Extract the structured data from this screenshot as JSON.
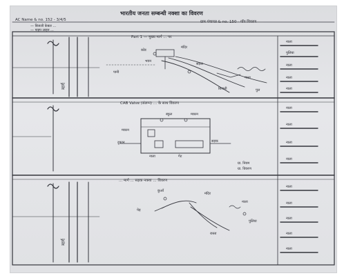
{
  "document": {
    "header_title": "भारतीय जनता सम्बन्धी नक्शा का विवरण",
    "header_left": "AC Name & no. 152 - 3/4/5",
    "header_left_notes": [
      "— बिजली केबल ...",
      "— पाइप लाइन ..."
    ],
    "header_right": "ग्राम पंचायत & no. 150 - गाँव विवरण",
    "section_titles": [
      "Part 1 — मुख्य मार्ग ... पर",
      "CAB Valve (संलग्न) ... के साथ विवरण",
      "... मार्ग ... सड़क नक्शा ... विवरण"
    ],
    "vertical_labels": [
      "मार्ग",
      "मार्ग"
    ],
    "right_column_labels": [
      "नाला",
      "पुलिया",
      "नाला",
      "नाला",
      "नाला",
      "नाला",
      "नाला",
      "नाला",
      "नाला",
      "नाला",
      "नाला",
      "नाला",
      "नाला",
      "नाला"
    ],
    "section1_annotations": [
      "कोड",
      "मंदिर",
      "भवन",
      "पानी",
      "सड़क",
      "नाला",
      "बिजली",
      "पुल"
    ],
    "section2_annotations": [
      "मकान",
      "दुकान",
      "स्कूल",
      "मकान",
      "सड़क",
      "नाला",
      "गेट"
    ],
    "section2_legend": [
      "ग्रा. नियम",
      "ग्रा. विवरण"
    ],
    "section3_annotations": [
      "कुआँ",
      "मंदिर",
      "पेड़",
      "नाला",
      "रास्ता",
      "पुलिया"
    ]
  },
  "colors": {
    "paper": "#e0e1e4",
    "ink": "#2b2c33"
  }
}
